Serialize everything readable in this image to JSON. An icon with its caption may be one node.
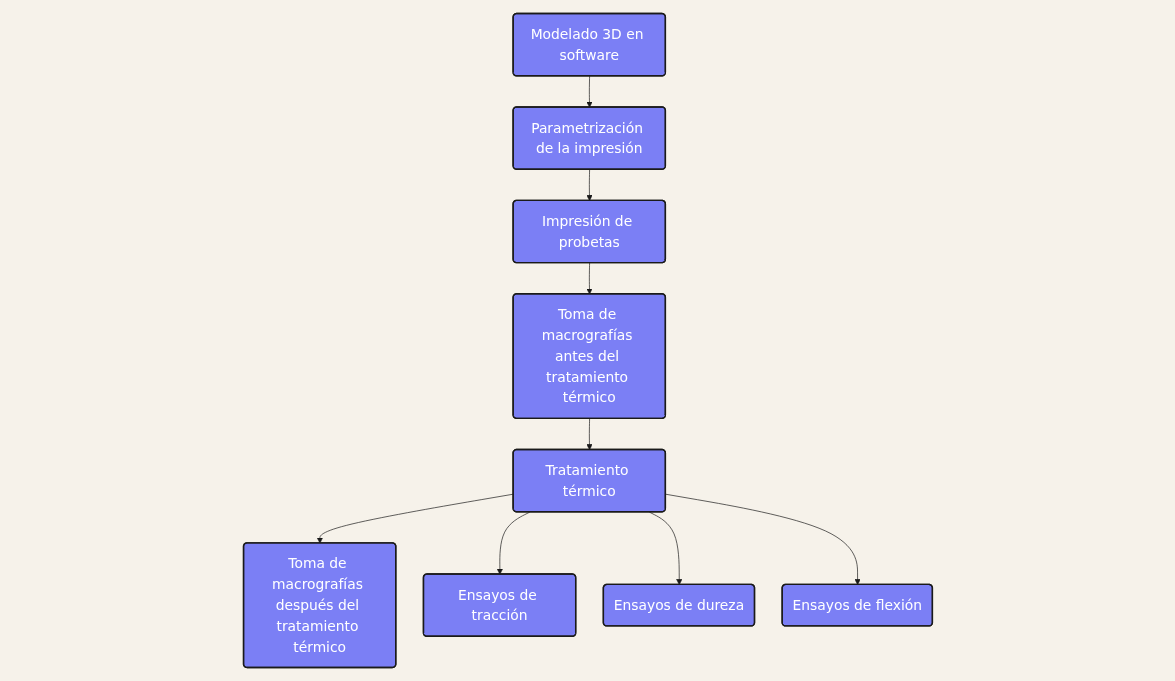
{
  "diagram": {
    "nodes": [
      {
        "text": [
          "Modelado 3D en software"
        ]
      },
      {
        "text": [
          "Parametrización de la impresión"
        ]
      },
      {
        "text": [
          "Impresión de probetas"
        ]
      },
      {
        "text": [
          "Toma de macrografías antes del tratamiento térmico"
        ]
      },
      {
        "text": [
          "Tratamiento térmico"
        ]
      },
      {
        "text": [
          "Toma de macrografías después del tratamiento térmico"
        ]
      },
      {
        "text": [
          "Ensayos de tracción"
        ]
      },
      {
        "text": [
          "Ensayos de dureza"
        ]
      },
      {
        "text": [
          "Ensayos de flexión"
        ]
      }
    ],
    "edges": [
      {
        "from": 0,
        "to": 1,
        "arrow": "to"
      },
      {
        "from": 1,
        "to": 2,
        "arrow": "to"
      },
      {
        "from": 2,
        "to": 3,
        "arrow": "to"
      },
      {
        "from": 3,
        "to": 4,
        "arrow": "to"
      },
      {
        "from": 4,
        "to": 5,
        "arrow": "to"
      },
      {
        "from": 4,
        "to": 6,
        "arrow": "to"
      },
      {
        "from": 4,
        "to": 7,
        "arrow": "to"
      },
      {
        "from": 4,
        "to": 8,
        "arrow": "to"
      }
    ]
  }
}
